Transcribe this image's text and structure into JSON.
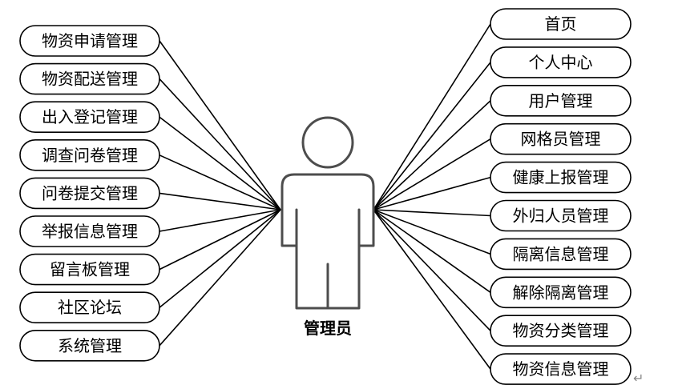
{
  "actor": {
    "label": "管理员"
  },
  "left_items": [
    {
      "label": "物资申请管理"
    },
    {
      "label": "物资配送管理"
    },
    {
      "label": "出入登记管理"
    },
    {
      "label": "调查问卷管理"
    },
    {
      "label": "问卷提交管理"
    },
    {
      "label": "举报信息管理"
    },
    {
      "label": "留言板管理"
    },
    {
      "label": "社区论坛"
    },
    {
      "label": "系统管理"
    }
  ],
  "right_items": [
    {
      "label": "首页"
    },
    {
      "label": "个人中心"
    },
    {
      "label": "用户管理"
    },
    {
      "label": "网格员管理"
    },
    {
      "label": "健康上报管理"
    },
    {
      "label": "外归人员管理"
    },
    {
      "label": "隔离信息管理"
    },
    {
      "label": "解除隔离管理"
    },
    {
      "label": "物资分类管理"
    },
    {
      "label": "物资信息管理"
    }
  ],
  "trailing_mark": "↵"
}
